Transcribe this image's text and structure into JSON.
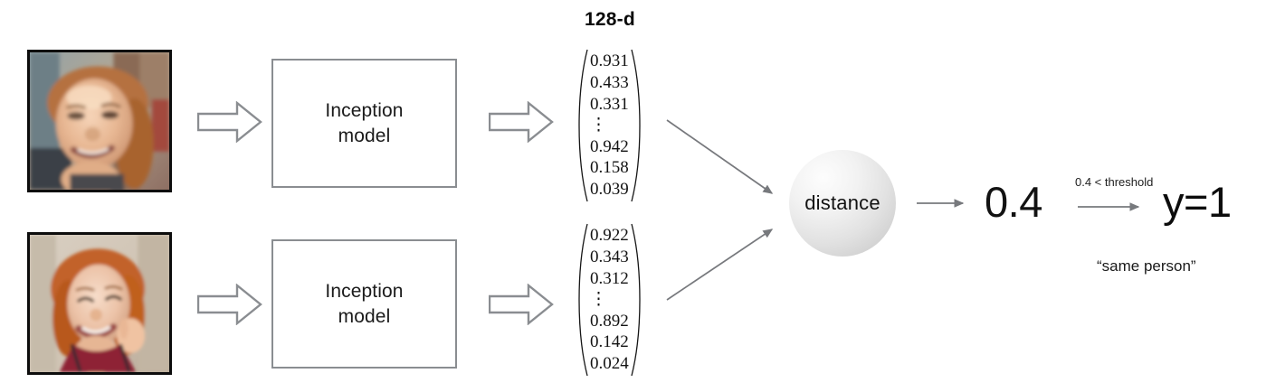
{
  "diagram": {
    "dimension_label": "128-d",
    "model_box_label": "Inception\nmodel",
    "model_box_line1": "Inception",
    "model_box_line2": "model",
    "distance_label": "distance",
    "score_value": "0.4",
    "threshold_label": "0.4 < threshold",
    "decision_value": "y=1",
    "conclusion_text": "“same person”"
  },
  "photos": [
    {
      "name": "face-photo-top",
      "description": "smiling woman with light reddish-blonde hair, outdoors"
    },
    {
      "name": "face-photo-bottom",
      "description": "smiling red-haired woman in dark red top, hand near face"
    }
  ],
  "encodings": [
    {
      "name": "embedding-vector-top",
      "values": [
        "0.931",
        "0.433",
        "0.331",
        "⋮",
        "0.942",
        "0.158",
        "0.039"
      ]
    },
    {
      "name": "embedding-vector-bottom",
      "values": [
        "0.922",
        "0.343",
        "0.312",
        "⋮",
        "0.892",
        "0.142",
        "0.024"
      ]
    }
  ],
  "colors": {
    "outline_gray": "#8a8d91",
    "arrow_gray": "#7d8084",
    "text_black": "#111111",
    "node_gray": "#d8d8d8"
  }
}
